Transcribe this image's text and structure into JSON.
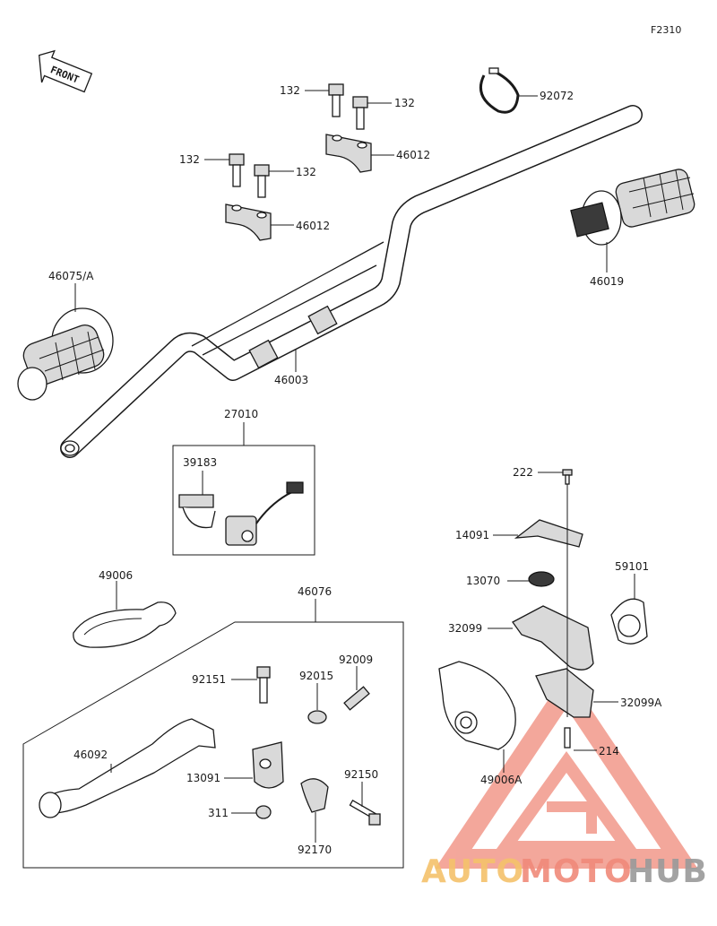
{
  "figure_code": "F2310",
  "front_label": "FRONT",
  "labels": {
    "bolt_a": "132",
    "bolt_b": "132",
    "bolt_c": "132",
    "bolt_d": "132",
    "clamp_upper": "46012",
    "clamp_lower": "46012",
    "band": "92072",
    "grip_right": "46019",
    "grip_left": "46075/A",
    "handlebar": "46003",
    "switch_assy": "27010",
    "switch_holder": "39183",
    "lever_cover": "49006",
    "lever_assy": "46076",
    "bolt_92151": "92151",
    "nut_92015": "92015",
    "adjuster_92009": "92009",
    "lever_46092": "46092",
    "holder_13091": "13091",
    "nut_311": "311",
    "bolt_92150": "92150",
    "clamp_92170": "92170",
    "screw_222": "222",
    "plate_14091": "14091",
    "ring_13070": "13070",
    "cover_59101": "59101",
    "housing_32099": "32099",
    "housing_32099a": "32099A",
    "screw_214": "214",
    "cover_49006a": "49006A"
  },
  "watermark": {
    "part1": "AUTO",
    "part2": "MOTO",
    "part3": "HUB",
    "color1": "#f5c26b",
    "color2": "#f08a7a",
    "color3": "#9a9a9a"
  }
}
